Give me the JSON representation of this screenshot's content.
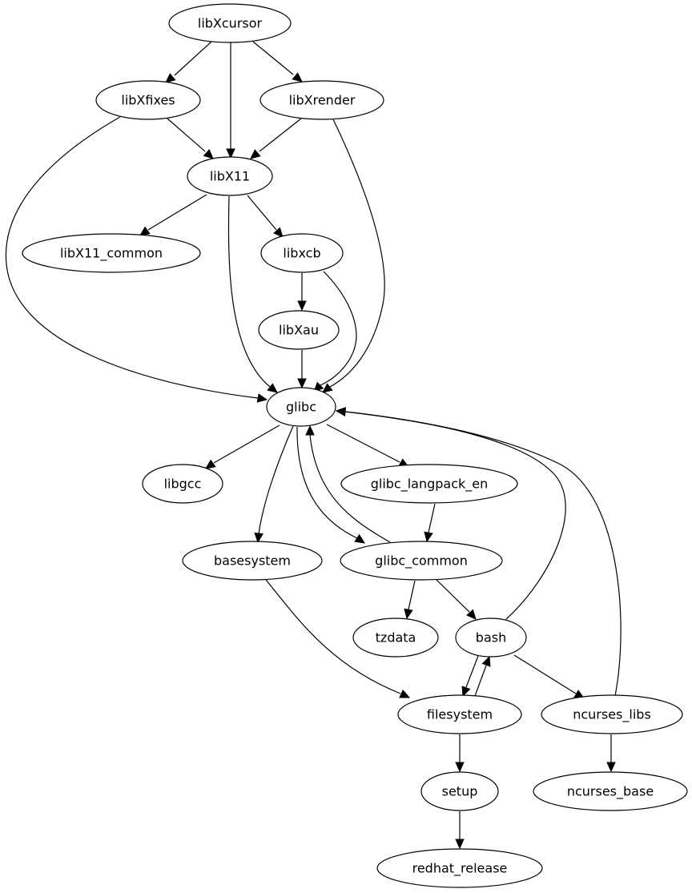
{
  "graph": {
    "type": "directed-dependency-graph",
    "nodes": [
      {
        "id": "libXcursor",
        "label": "libXcursor"
      },
      {
        "id": "libXfixes",
        "label": "libXfixes"
      },
      {
        "id": "libXrender",
        "label": "libXrender"
      },
      {
        "id": "libX11",
        "label": "libX11"
      },
      {
        "id": "libX11_common",
        "label": "libX11_common"
      },
      {
        "id": "libxcb",
        "label": "libxcb"
      },
      {
        "id": "libXau",
        "label": "libXau"
      },
      {
        "id": "glibc",
        "label": "glibc"
      },
      {
        "id": "libgcc",
        "label": "libgcc"
      },
      {
        "id": "glibc_langpack_en",
        "label": "glibc_langpack_en"
      },
      {
        "id": "basesystem",
        "label": "basesystem"
      },
      {
        "id": "glibc_common",
        "label": "glibc_common"
      },
      {
        "id": "tzdata",
        "label": "tzdata"
      },
      {
        "id": "bash",
        "label": "bash"
      },
      {
        "id": "filesystem",
        "label": "filesystem"
      },
      {
        "id": "ncurses_libs",
        "label": "ncurses_libs"
      },
      {
        "id": "setup",
        "label": "setup"
      },
      {
        "id": "ncurses_base",
        "label": "ncurses_base"
      },
      {
        "id": "redhat_release",
        "label": "redhat_release"
      }
    ],
    "edges": [
      {
        "from": "libXcursor",
        "to": "libXfixes"
      },
      {
        "from": "libXcursor",
        "to": "libX11"
      },
      {
        "from": "libXcursor",
        "to": "libXrender"
      },
      {
        "from": "libXfixes",
        "to": "libX11"
      },
      {
        "from": "libXfixes",
        "to": "glibc"
      },
      {
        "from": "libXrender",
        "to": "libX11"
      },
      {
        "from": "libXrender",
        "to": "glibc"
      },
      {
        "from": "libX11",
        "to": "libX11_common"
      },
      {
        "from": "libX11",
        "to": "libxcb"
      },
      {
        "from": "libX11",
        "to": "glibc"
      },
      {
        "from": "libxcb",
        "to": "libXau"
      },
      {
        "from": "libxcb",
        "to": "glibc"
      },
      {
        "from": "libXau",
        "to": "glibc"
      },
      {
        "from": "glibc",
        "to": "libgcc"
      },
      {
        "from": "glibc",
        "to": "glibc_langpack_en"
      },
      {
        "from": "glibc",
        "to": "basesystem"
      },
      {
        "from": "glibc",
        "to": "glibc_common"
      },
      {
        "from": "glibc_common",
        "to": "glibc"
      },
      {
        "from": "glibc_langpack_en",
        "to": "glibc_common"
      },
      {
        "from": "glibc_common",
        "to": "tzdata"
      },
      {
        "from": "glibc_common",
        "to": "bash"
      },
      {
        "from": "basesystem",
        "to": "filesystem"
      },
      {
        "from": "bash",
        "to": "glibc"
      },
      {
        "from": "bash",
        "to": "filesystem"
      },
      {
        "from": "filesystem",
        "to": "bash"
      },
      {
        "from": "bash",
        "to": "ncurses_libs"
      },
      {
        "from": "ncurses_libs",
        "to": "glibc"
      },
      {
        "from": "ncurses_libs",
        "to": "ncurses_base"
      },
      {
        "from": "filesystem",
        "to": "setup"
      },
      {
        "from": "setup",
        "to": "redhat_release"
      }
    ]
  }
}
